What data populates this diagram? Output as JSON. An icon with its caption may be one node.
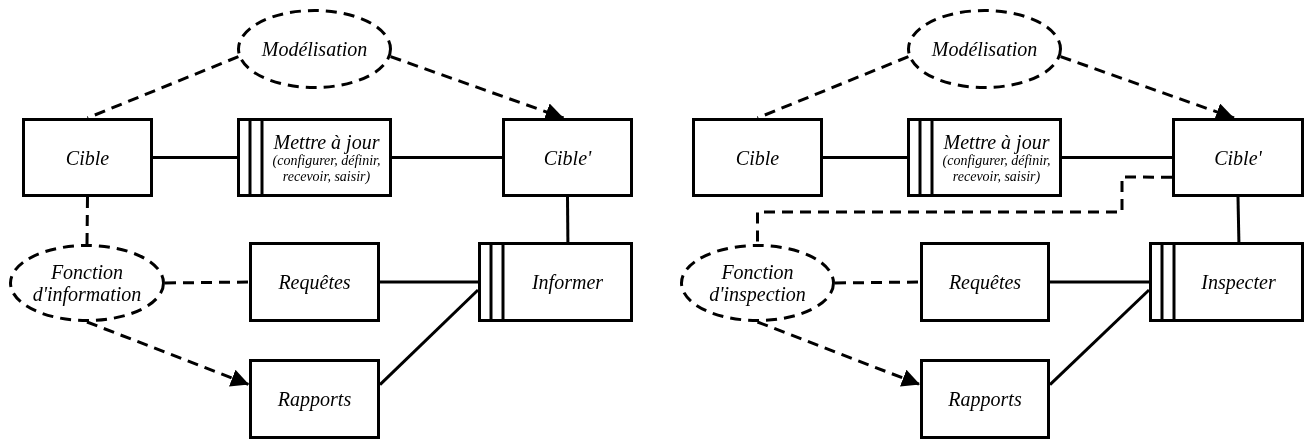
{
  "diagram": {
    "nodes": [
      {
        "text": [
          "Modélisation"
        ]
      },
      {
        "text": [
          "Cible"
        ]
      },
      {
        "text": [
          "Mettre à jour",
          "(configurer, définir, recevoir, saisir)"
        ]
      },
      {
        "text": [
          "Cible'"
        ]
      },
      {
        "text": [
          "Fonction d'information"
        ]
      },
      {
        "text": [
          "Requêtes"
        ]
      },
      {
        "text": [
          "Informer"
        ]
      },
      {
        "text": [
          "Rapports"
        ]
      },
      {
        "text": [
          "Modélisation"
        ]
      },
      {
        "text": [
          "Cible"
        ]
      },
      {
        "text": [
          "Mettre à jour",
          "(configurer, définir, recevoir, saisir)"
        ]
      },
      {
        "text": [
          "Cible'"
        ]
      },
      {
        "text": [
          "Fonction d'inspection"
        ]
      },
      {
        "text": [
          "Requêtes"
        ]
      },
      {
        "text": [
          "Inspecter"
        ]
      },
      {
        "text": [
          "Rapports"
        ]
      }
    ],
    "edges": [
      {
        "from": 0,
        "to": 1,
        "arrow": "none",
        "style": "dashed"
      },
      {
        "from": 0,
        "to": 3,
        "arrow": "to",
        "style": "dashed"
      },
      {
        "from": 1,
        "to": 2,
        "arrow": "none"
      },
      {
        "from": 2,
        "to": 3,
        "arrow": "none"
      },
      {
        "from": 1,
        "to": 4,
        "arrow": "none",
        "style": "dashed"
      },
      {
        "from": 3,
        "to": 6,
        "arrow": "none"
      },
      {
        "from": 4,
        "to": 5,
        "arrow": "none",
        "style": "dashed"
      },
      {
        "from": 5,
        "to": 6,
        "arrow": "none"
      },
      {
        "from": 7,
        "to": 6,
        "arrow": "none"
      },
      {
        "from": 4,
        "to": 7,
        "arrow": "to",
        "style": "dashed"
      },
      {
        "from": 8,
        "to": 9,
        "arrow": "none",
        "style": "dashed"
      },
      {
        "from": 8,
        "to": 11,
        "arrow": "to",
        "style": "dashed"
      },
      {
        "from": 9,
        "to": 10,
        "arrow": "none"
      },
      {
        "from": 10,
        "to": 11,
        "arrow": "none"
      },
      {
        "from": 11,
        "to": 12,
        "arrow": "none",
        "style": "dashed"
      },
      {
        "from": 11,
        "to": 14,
        "arrow": "none"
      },
      {
        "from": 12,
        "to": 13,
        "arrow": "none",
        "style": "dashed"
      },
      {
        "from": 13,
        "to": 14,
        "arrow": "none"
      },
      {
        "from": 15,
        "to": 14,
        "arrow": "none"
      },
      {
        "from": 12,
        "to": 15,
        "arrow": "to",
        "style": "dashed"
      }
    ]
  }
}
